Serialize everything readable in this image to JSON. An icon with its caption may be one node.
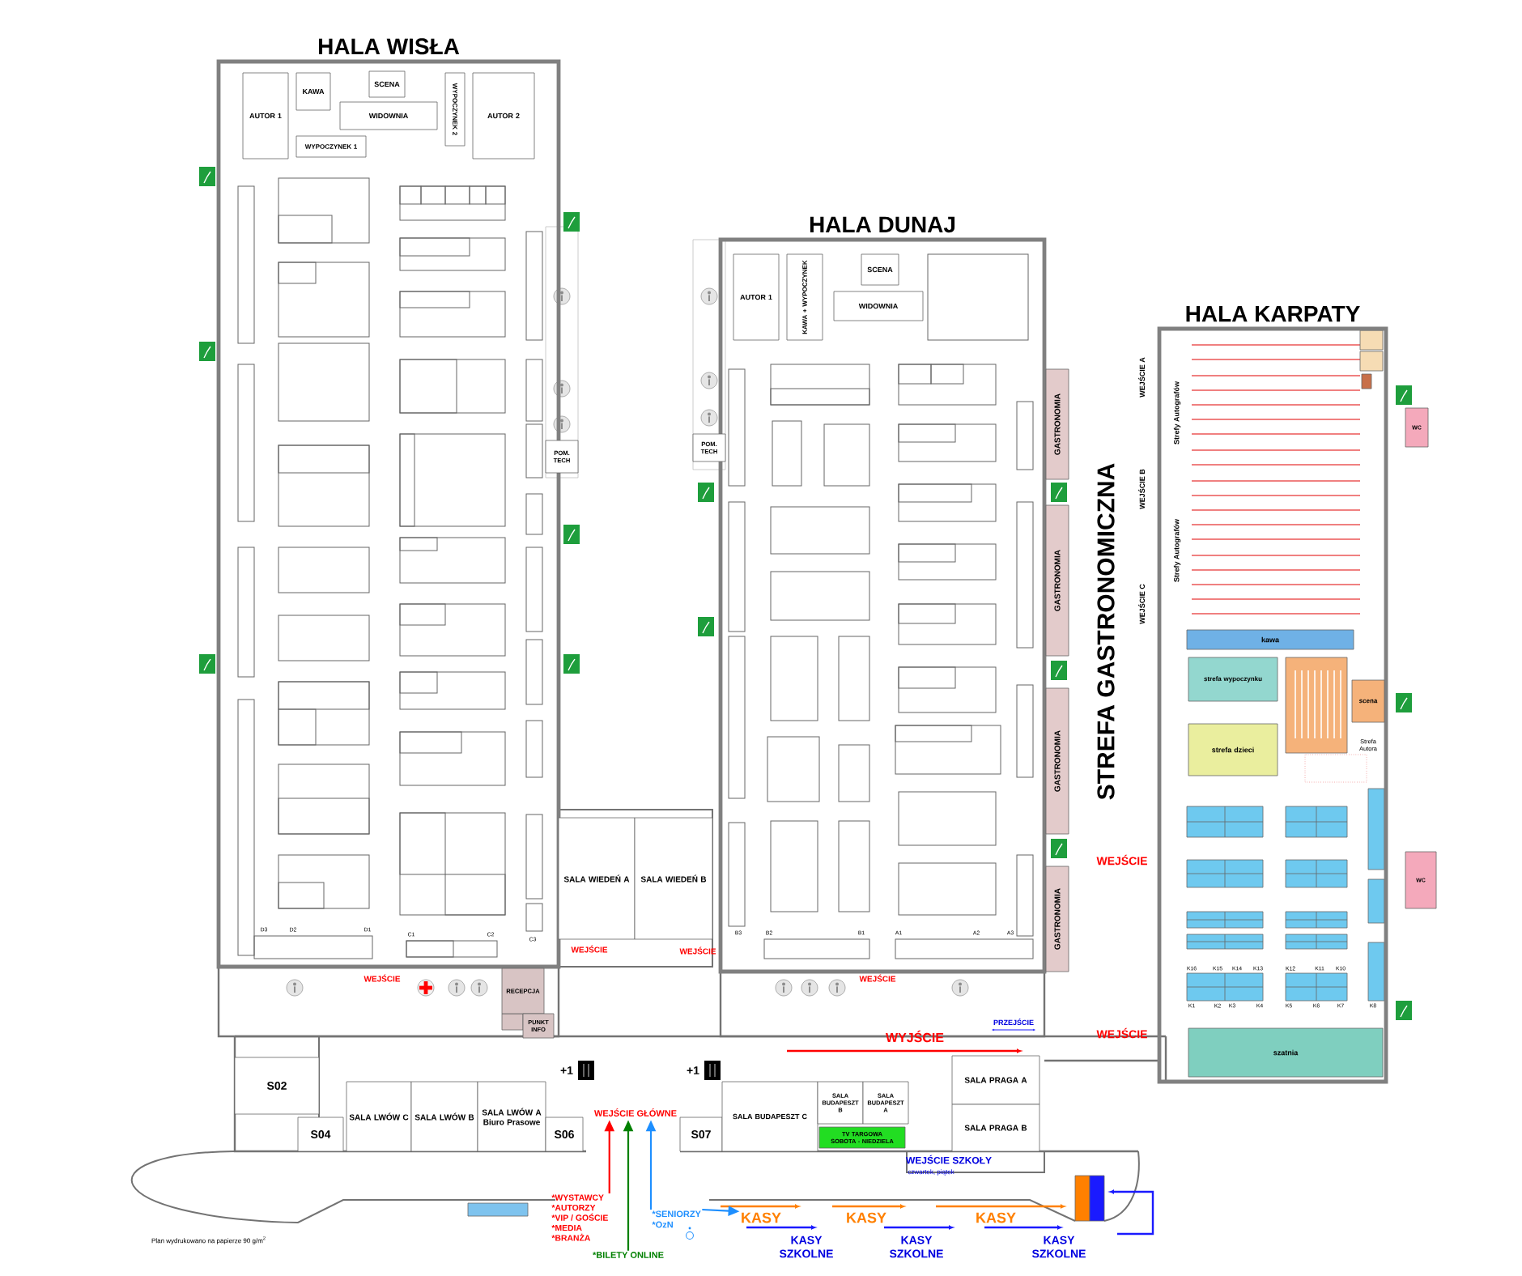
{
  "diagram": {
    "nodes": [
      {
        "text": [
          "HALA WISŁA"
        ]
      },
      {
        "text": [
          "AUTOR 1"
        ],
        "in": 0
      },
      {
        "text": [
          "KAWA"
        ],
        "in": 0
      },
      {
        "text": [
          "SCENA"
        ],
        "in": 0
      },
      {
        "text": [
          "WIDOWNIA"
        ],
        "in": 0
      },
      {
        "text": [
          "WYPOCZYNEK 1"
        ],
        "in": 0
      },
      {
        "text": [
          "WYPOCZYNEK 2"
        ],
        "in": 0
      },
      {
        "text": [
          "AUTOR 2"
        ],
        "in": 0
      },
      {
        "text": [
          "POM. TECH"
        ]
      },
      {
        "text": [
          "SALA WIEDEŃ A"
        ]
      },
      {
        "text": [
          "SALA WIEDEŃ B"
        ]
      },
      {
        "text": [
          "HALA DUNAJ"
        ]
      },
      {
        "text": [
          "AUTOR 1"
        ],
        "in": 11
      },
      {
        "text": [
          "KAWA + WYPOCZYNEK"
        ],
        "in": 11
      },
      {
        "text": [
          "SCENA"
        ],
        "in": 11
      },
      {
        "text": [
          "WIDOWNIA"
        ],
        "in": 11
      },
      {
        "text": [
          "POM. TECH"
        ]
      },
      {
        "text": [
          "GASTRONOMIA"
        ]
      },
      {
        "text": [
          "GASTRONOMIA"
        ]
      },
      {
        "text": [
          "GASTRONOMIA"
        ]
      },
      {
        "text": [
          "GASTRONOMIA"
        ]
      },
      {
        "text": [
          "HALA KARPATY"
        ]
      },
      {
        "text": [
          "kawa"
        ],
        "in": 21
      },
      {
        "text": [
          "strefa wypoczynku"
        ],
        "in": 21
      },
      {
        "text": [
          "scena"
        ],
        "in": 21
      },
      {
        "text": [
          "strefa dzieci"
        ],
        "in": 21
      },
      {
        "text": [
          "szatnia"
        ],
        "in": 21
      },
      {
        "text": [
          "WC"
        ]
      },
      {
        "text": [
          "WC"
        ]
      },
      {
        "text": [
          "RECEPCJA"
        ]
      },
      {
        "text": [
          "PUNKT INFO"
        ]
      },
      {
        "text": [
          "S02"
        ]
      },
      {
        "text": [
          "S04"
        ]
      },
      {
        "text": [
          "SALA LWÓW C"
        ]
      },
      {
        "text": [
          "SALA LWÓW B"
        ]
      },
      {
        "text": [
          "SALA LWÓW A",
          "Biuro Prasowe"
        ]
      },
      {
        "text": [
          "S06"
        ]
      },
      {
        "text": [
          "S07"
        ]
      },
      {
        "text": [
          "SALA BUDAPESZT C"
        ]
      },
      {
        "text": [
          "SALA BUDAPESZT B"
        ]
      },
      {
        "text": [
          "SALA BUDAPESZT A"
        ]
      },
      {
        "text": [
          "TV TARGOWA SOBOTA - NIEDZIELA"
        ]
      },
      {
        "text": [
          "SALA PRAGA A"
        ]
      },
      {
        "text": [
          "SALA PRAGA B"
        ]
      },
      {
        "text": [],
        "shape": "box"
      },
      {
        "text": [
          "WEJŚCIE GŁÓWNE"
        ]
      },
      {
        "text": [
          "*WYSTAWCY",
          "*AUTORZY",
          "*VIP / GOŚCIE",
          "*MEDIA",
          "*BRANŻA"
        ]
      },
      {
        "text": [
          "*BILETY ONLINE"
        ]
      },
      {
        "text": [
          "*SENIORZY",
          "*OzN"
        ]
      },
      {
        "text": [
          "KASY"
        ]
      }
    ],
    "edges": [
      {
        "from": 46,
        "to": 45,
        "arrow": "to",
        "color": "#ff0000"
      },
      {
        "from": 47,
        "to": 45,
        "arrow": "to",
        "color": "#008000"
      },
      {
        "from": 48,
        "to": 45,
        "arrow": "to",
        "color": "#1e8fff"
      },
      {
        "from": 48,
        "to": 49,
        "arrow": "to",
        "color": "#1e8fff"
      }
    ],
    "labels": [
      "+1",
      "+1",
      "STREFA GASTRONOMICZNA",
      "WEJŚCIE A",
      "Strefy Autografów",
      "WEJŚCIE B",
      "Strefy Autografów",
      "WEJŚCIE C",
      "Strefa Autora",
      "WEJŚCIE",
      "WEJŚCIE",
      "WEJŚCIE",
      "WEJŚCIE",
      "WEJŚCIE",
      "WEJŚCIE",
      "WYJŚCIE",
      "PRZEJŚCIE",
      "WEJŚCIE SZKOŁY",
      "czwartek, piątek",
      "KASY",
      "KASY",
      "KASY SZKOLNE",
      "KASY SZKOLNE",
      "KASY SZKOLNE",
      "Plan wydrukowano na papierze 90 g/m$^{2}$",
      "K1",
      "K2",
      "K3",
      "K4",
      "K5",
      "K6",
      "K7",
      "K8",
      "K16",
      "K15",
      "K14",
      "K13",
      "K12",
      "K11",
      "K10",
      "B3",
      "B2",
      "B1",
      "A1",
      "A2",
      "A3",
      "D3",
      "D2",
      "D1",
      "C1",
      "C2",
      "C3"
    ]
  }
}
